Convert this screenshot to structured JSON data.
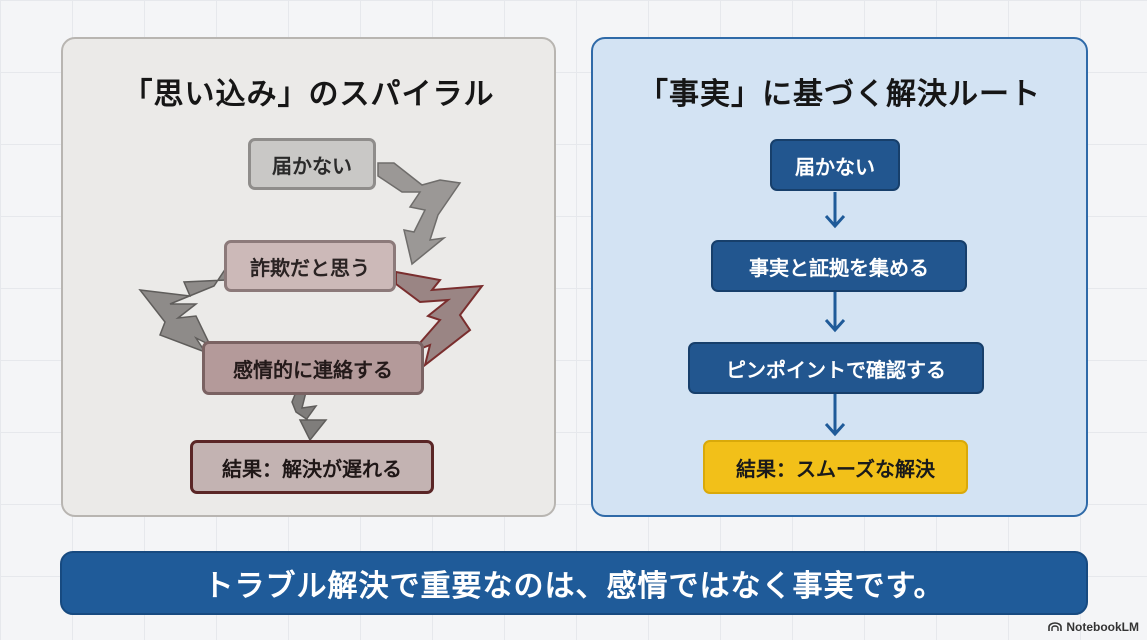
{
  "left_panel": {
    "title": "「思い込み」のスパイラル",
    "steps": {
      "s1": "届かない",
      "s2": "詐欺だと思う",
      "s3": "感情的に連絡する",
      "s4": "結果：解決が遅れる"
    }
  },
  "right_panel": {
    "title": "「事実」に基づく解決ルート",
    "steps": {
      "s1": "届かない",
      "s2": "事実と証拠を集める",
      "s3": "ピンポイントで確認する",
      "s4": "結果：スムーズな解決"
    }
  },
  "banner": {
    "text": "トラブル解決で重要なのは、感情ではなく事実です。"
  },
  "watermark": {
    "text": "NotebookLM"
  },
  "colors": {
    "left_panel_bg": "#ebeae8",
    "right_panel_bg": "#d3e3f3",
    "accent_blue": "#1f5b99",
    "result_yellow": "#f2c019",
    "spiral_red": "#8a3a3a"
  }
}
